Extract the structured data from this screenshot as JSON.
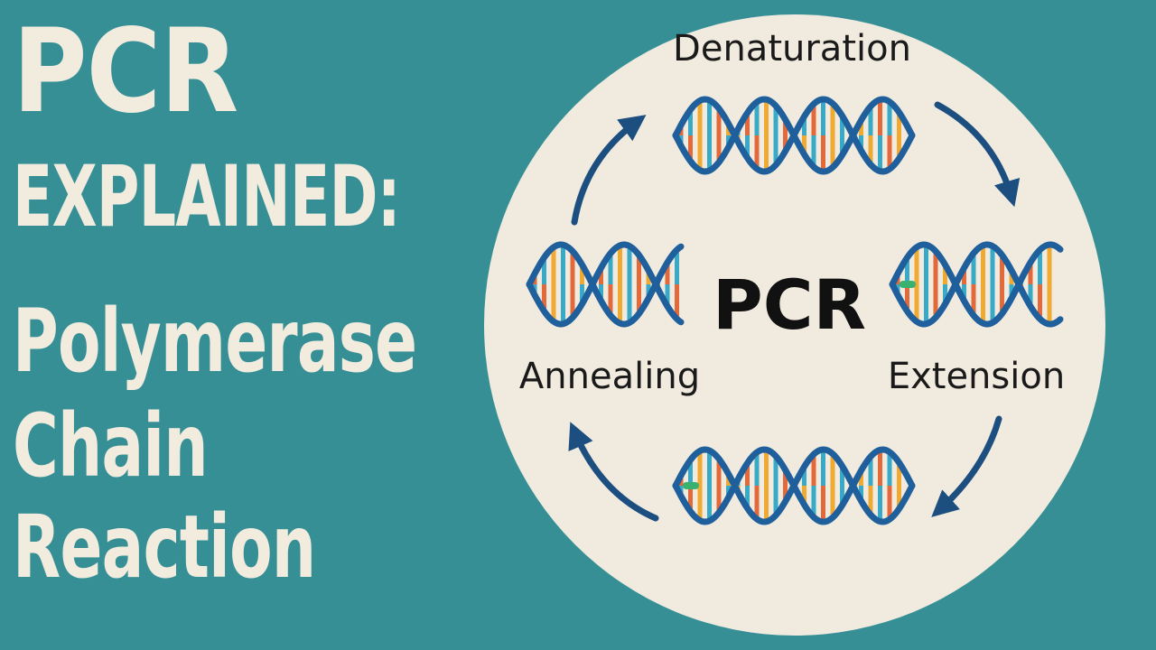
{
  "title": {
    "line1": "PCR",
    "line2": "EXPLAINED:",
    "line3": "Polymerase",
    "line4": "Chain",
    "line5": "Reaction"
  },
  "cycle": {
    "center": "PCR",
    "steps": [
      "Denaturation",
      "Extension",
      "Annealing"
    ]
  },
  "colors": {
    "background": "#378f96",
    "title_text": "#f2ecdf",
    "circle": "#f1ebdf",
    "helix_backbone": "#1f5f9c",
    "arrow": "#1c4f80",
    "rung_orange": "#e4693a",
    "rung_blue": "#38aac8",
    "rung_yellow": "#f0aa32",
    "primer_green": "#3bb170"
  },
  "icons": [
    "dna-helix-icon",
    "cycle-arrow-icon"
  ]
}
